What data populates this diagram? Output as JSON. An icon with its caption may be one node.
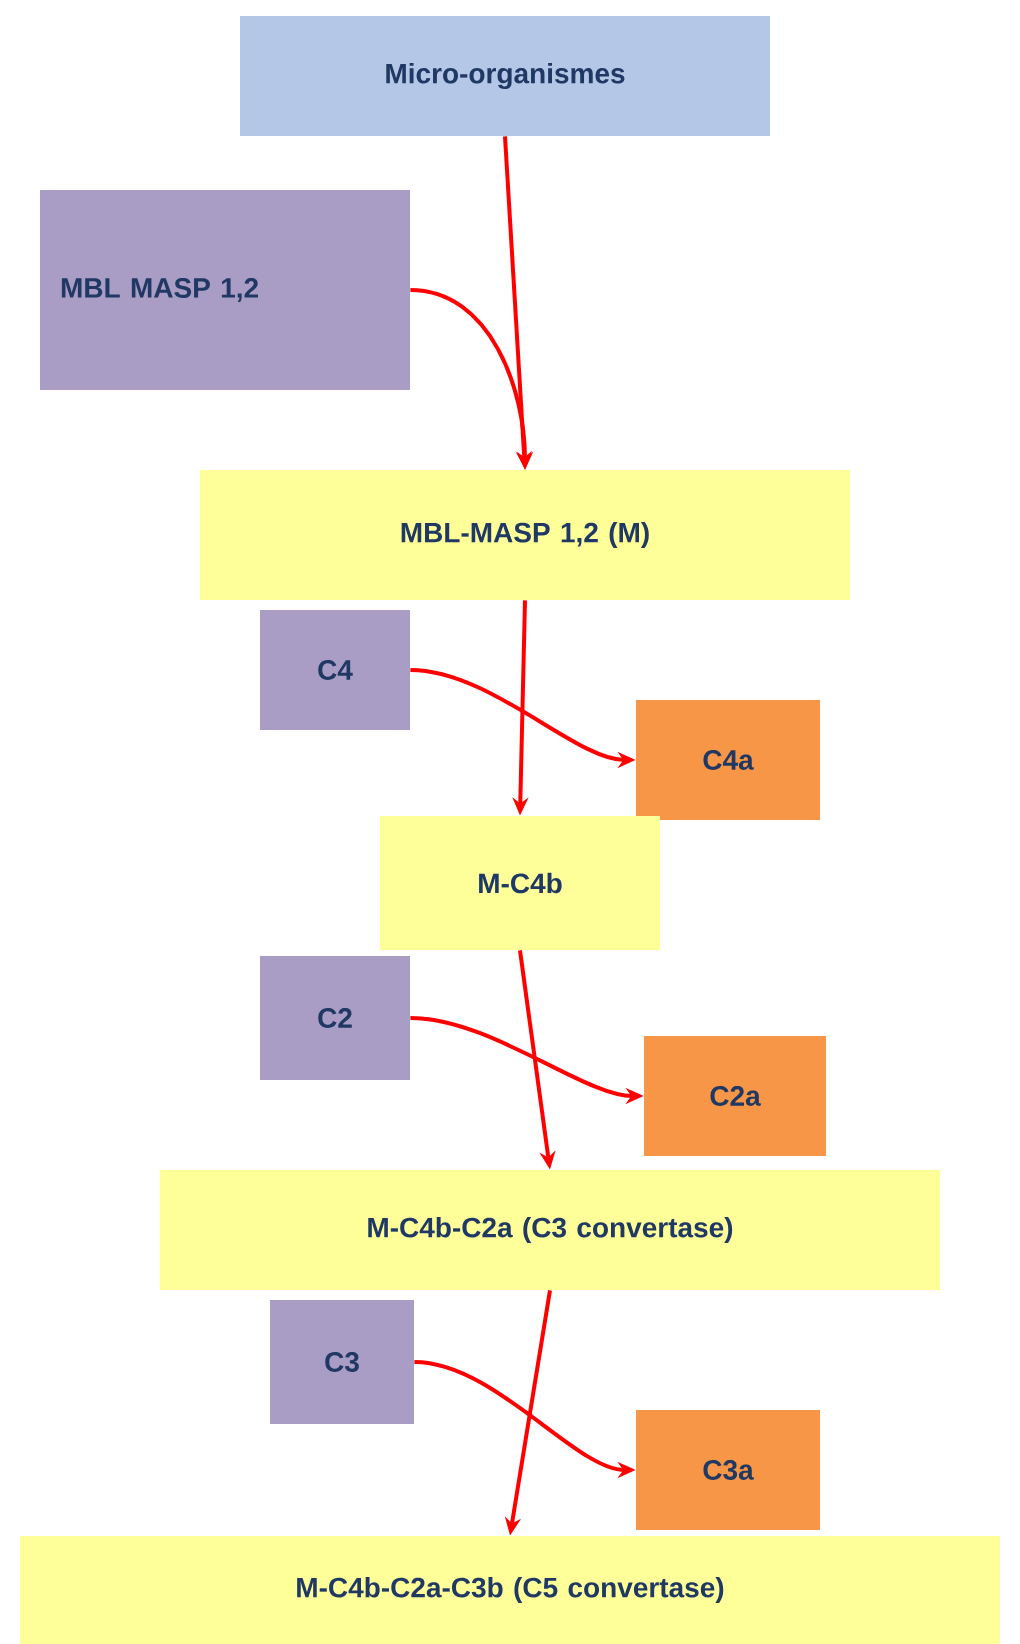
{
  "diagram": {
    "nodes": [
      {
        "text": [
          "Micro-organismes"
        ]
      },
      {
        "text": [
          "MBL MASP 1,2"
        ]
      },
      {
        "text": [
          "MBL-MASP 1,2  (M)"
        ]
      },
      {
        "text": [
          "C4"
        ]
      },
      {
        "text": [
          "C4a"
        ]
      },
      {
        "text": [
          "M-C4b"
        ]
      },
      {
        "text": [
          "C2"
        ]
      },
      {
        "text": [
          "C2a"
        ]
      },
      {
        "text": [
          "M-C4b-C2a (C3 convertase)"
        ]
      },
      {
        "text": [
          "C3"
        ]
      },
      {
        "text": [
          "C3a"
        ]
      },
      {
        "text": [
          "M-C4b-C2a-C3b (C5 convertase)"
        ]
      }
    ],
    "edges": [
      {
        "from": 0,
        "to": 2,
        "arrow": "to"
      },
      {
        "from": 1,
        "to": 2,
        "arrow": "to"
      },
      {
        "from": 2,
        "to": 5,
        "arrow": "to"
      },
      {
        "from": 3,
        "to": 4,
        "arrow": "to"
      },
      {
        "from": 5,
        "to": 8,
        "arrow": "to"
      },
      {
        "from": 6,
        "to": 7,
        "arrow": "to"
      },
      {
        "from": 8,
        "to": 11,
        "arrow": "to"
      },
      {
        "from": 9,
        "to": 10,
        "arrow": "to"
      }
    ]
  }
}
